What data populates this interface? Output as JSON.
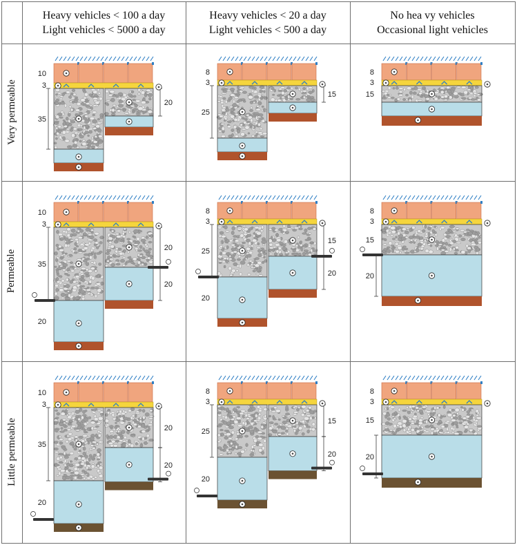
{
  "headers": {
    "heavy_100": {
      "line1": "Heavy vehicles  < 100 a day",
      "line2": "Light vehicles < 5000 a day"
    },
    "heavy_20": {
      "line1": "Heavy vehicles  < 20 a day",
      "line2": "Light vehicles  < 500 a day"
    },
    "no_heavy": {
      "line1": "No hea vy vehicles",
      "line2": "Occasional  light vehicles"
    }
  },
  "rows": {
    "very_permeable": "Very permeable",
    "permeable": "Permeable",
    "little_permeable": "Little permeable"
  },
  "dimensions": {
    "col1": {
      "paver": "10",
      "bedding": "3",
      "base": "35",
      "subbase": "20",
      "filter": "20"
    },
    "col2": {
      "paver": "8",
      "bedding": "3",
      "base": "25",
      "subbase": "15",
      "filter": "20"
    },
    "col3": {
      "paver": "8",
      "bedding": "3",
      "base": "15",
      "filter": "20"
    }
  },
  "colors": {
    "paver": "#f0a57e",
    "paver_edge": "#c76a44",
    "bedding": "#f5d53d",
    "gravel": "#c9c9c9",
    "water": "#b9dde8",
    "soil_permeable": "#b0532c",
    "soil_impermeable": "#6b5232",
    "rain": "#2f7fc4"
  }
}
